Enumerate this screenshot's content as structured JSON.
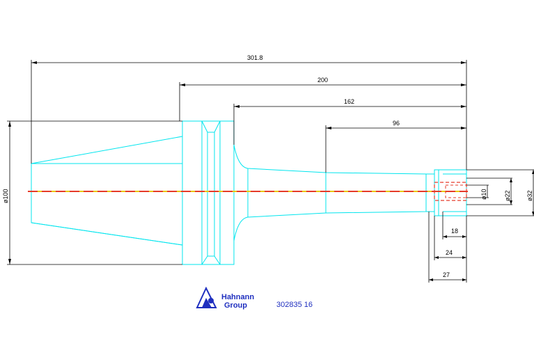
{
  "colors": {
    "outline": "#00e5ee",
    "dimension": "#000000",
    "centerline_red": "#e53b2a",
    "centerline_yellow": "#e8c800",
    "hidden": "#e53b2a",
    "brand": "#1f2fbf"
  },
  "dimensions": {
    "overall_length": "301.8",
    "length_200": "200",
    "length_162": "162",
    "length_96": "96",
    "dia_100": "ø100",
    "dia_10": "ø10",
    "dia_22": "ø22",
    "dia_32": "ø32",
    "len_18": "18",
    "len_24": "24",
    "len_27": "27"
  },
  "logo": {
    "line1": "Hahnann",
    "line2": "Group",
    "mark_icon": "haimer-triangle-logo-icon"
  },
  "part_number": "302835 16"
}
